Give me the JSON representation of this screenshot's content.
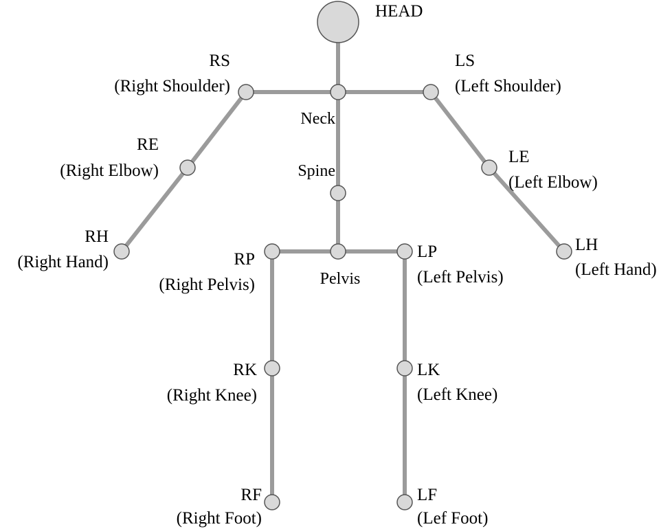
{
  "colors": {
    "bone": "#9b9b9b",
    "joint_fill": "#d9d9d9",
    "joint_stroke": "#555555",
    "text": "#000000"
  },
  "labels": {
    "head": "HEAD",
    "rs_abbr": "RS",
    "rs_full": "(Right Shoulder)",
    "ls_abbr": "LS",
    "ls_full": "(Left Shoulder)",
    "neck": "Neck",
    "re_abbr": "RE",
    "re_full": "(Right Elbow)",
    "le_abbr": "LE",
    "le_full": "(Left Elbow)",
    "spine": "Spine",
    "rh_abbr": "RH",
    "rh_full": "(Right Hand)",
    "lh_abbr": "LH",
    "lh_full": "(Left Hand)",
    "rp_abbr": "RP",
    "rp_full": "(Right Pelvis)",
    "pelvis": "Pelvis",
    "lp_abbr": "LP",
    "lp_full": "(Left Pelvis)",
    "rk_abbr": "RK",
    "rk_full": "(Right Knee)",
    "lk_abbr": "LK",
    "lk_full": "(Left Knee)",
    "rf_abbr": "RF",
    "rf_full": "(Right Foot)",
    "lf_abbr": "LF",
    "lf_full": "(Lef Foot)"
  }
}
